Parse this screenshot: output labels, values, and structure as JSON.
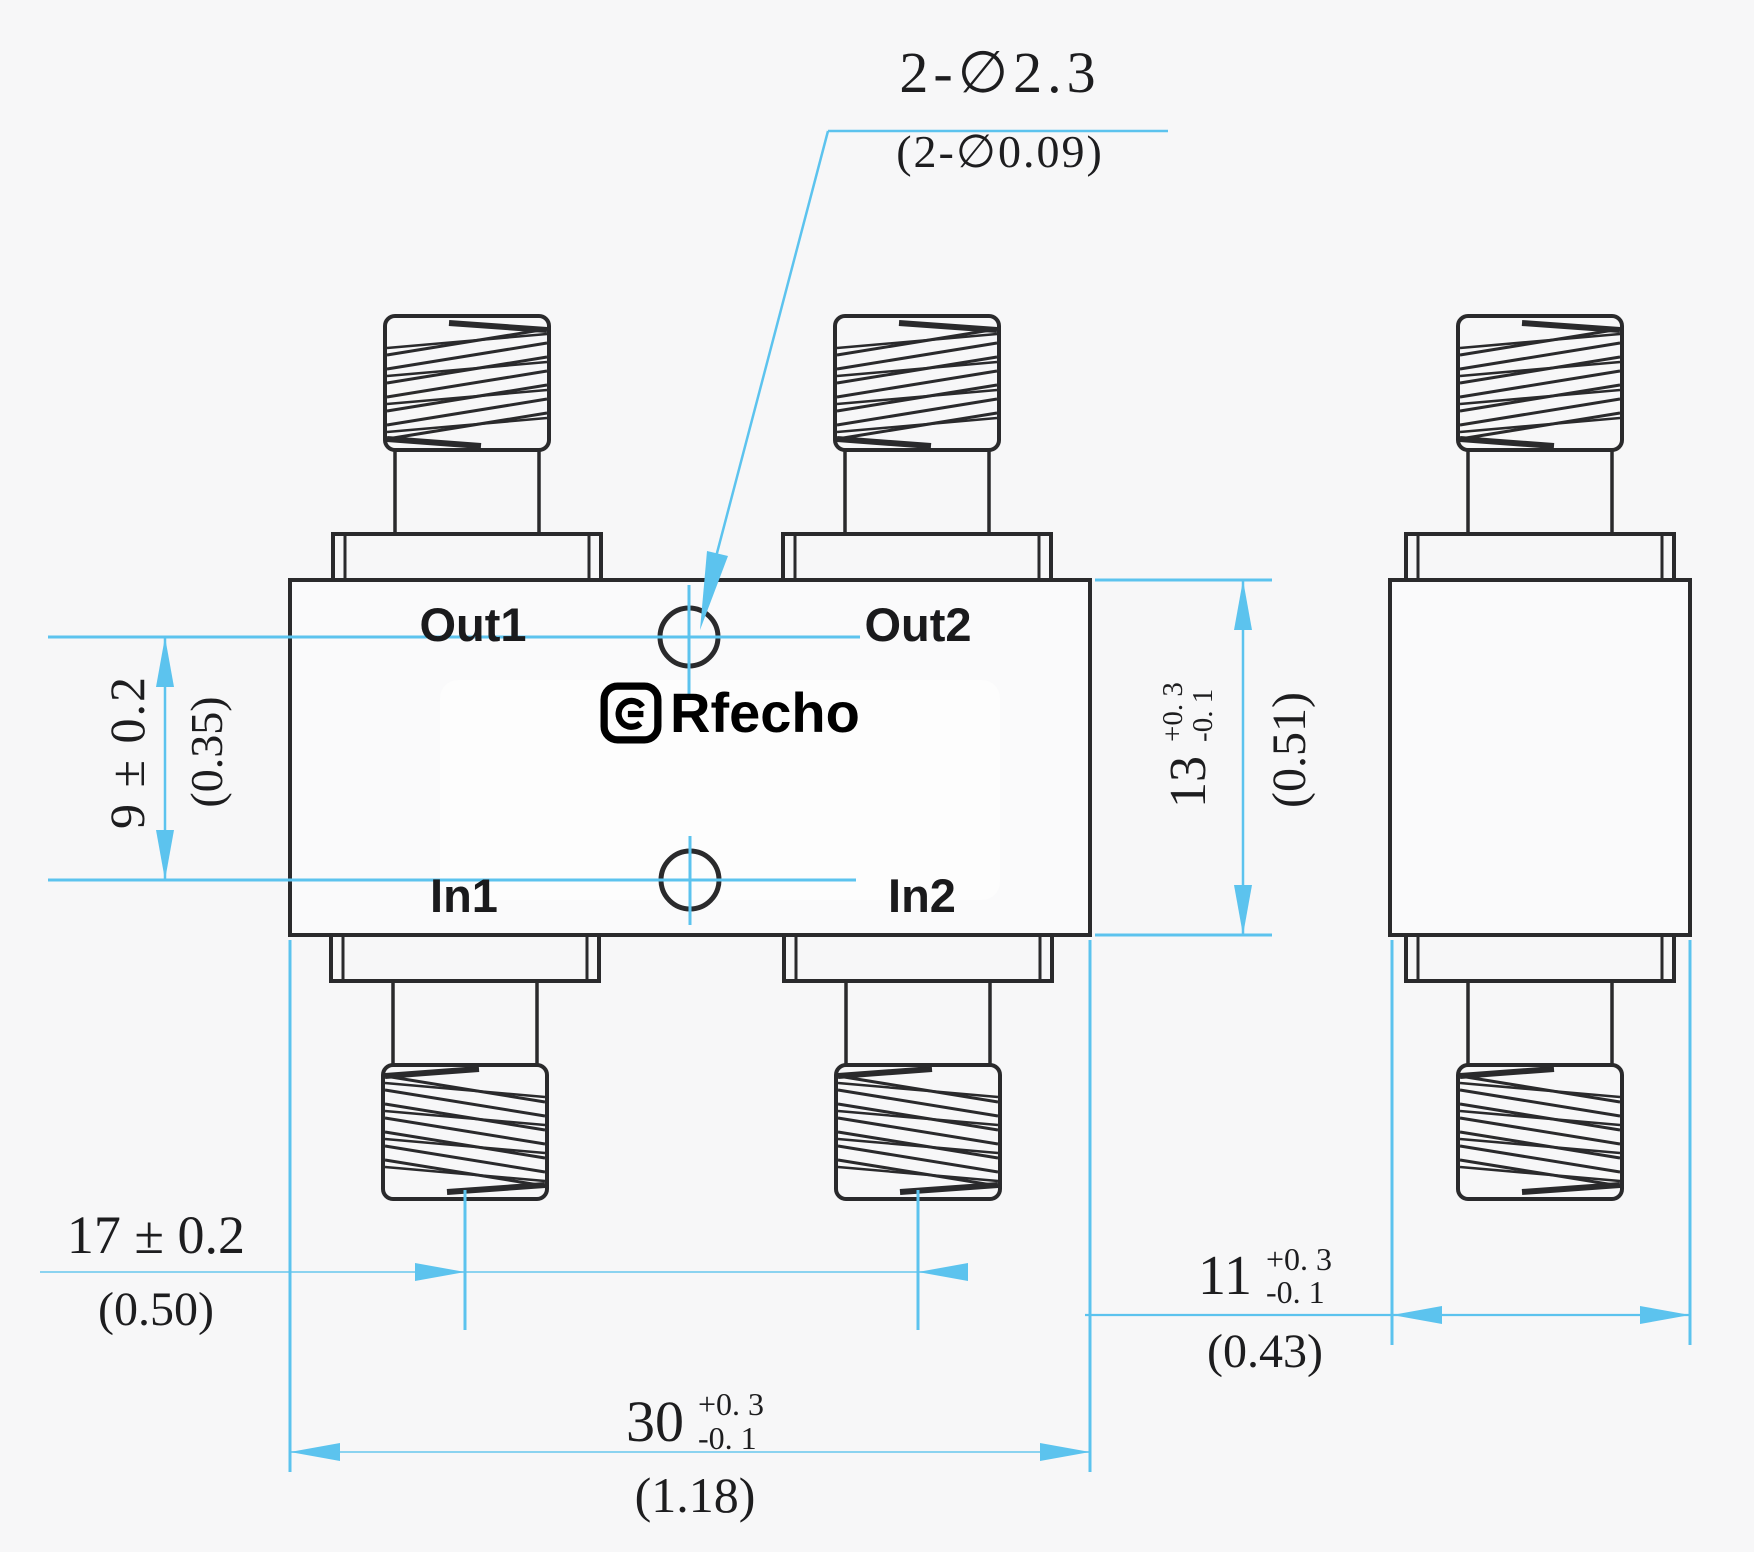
{
  "drawing": {
    "hole_callout": {
      "value": "2-∅2.3",
      "inches": "(2-∅0.09)"
    },
    "port_labels": {
      "out1": "Out1",
      "out2": "Out2",
      "in1": "In1",
      "in2": "In2"
    },
    "logo_text": "Rfecho",
    "dimensions": {
      "hole_spacing": {
        "value": "9 ± 0.2",
        "inches": "(0.35)"
      },
      "body_height": {
        "value": "13",
        "tol_plus": "+0. 3",
        "tol_minus": "-0. 1",
        "inches": "(0.51)"
      },
      "connector_spacing": {
        "value": "17 ± 0.2",
        "inches": "(0.50)"
      },
      "body_width": {
        "value": "30",
        "tol_plus": "+0. 3",
        "tol_minus": "-0. 1",
        "inches": "(1.18)"
      },
      "body_depth": {
        "value": "11",
        "tol_plus": "+0. 3",
        "tol_minus": "-0. 1",
        "inches": "(0.43)"
      }
    },
    "colors": {
      "dimension_blue": "#5cc3ee",
      "line_black": "#2a2a2c",
      "background": "#f7f7f8"
    }
  }
}
